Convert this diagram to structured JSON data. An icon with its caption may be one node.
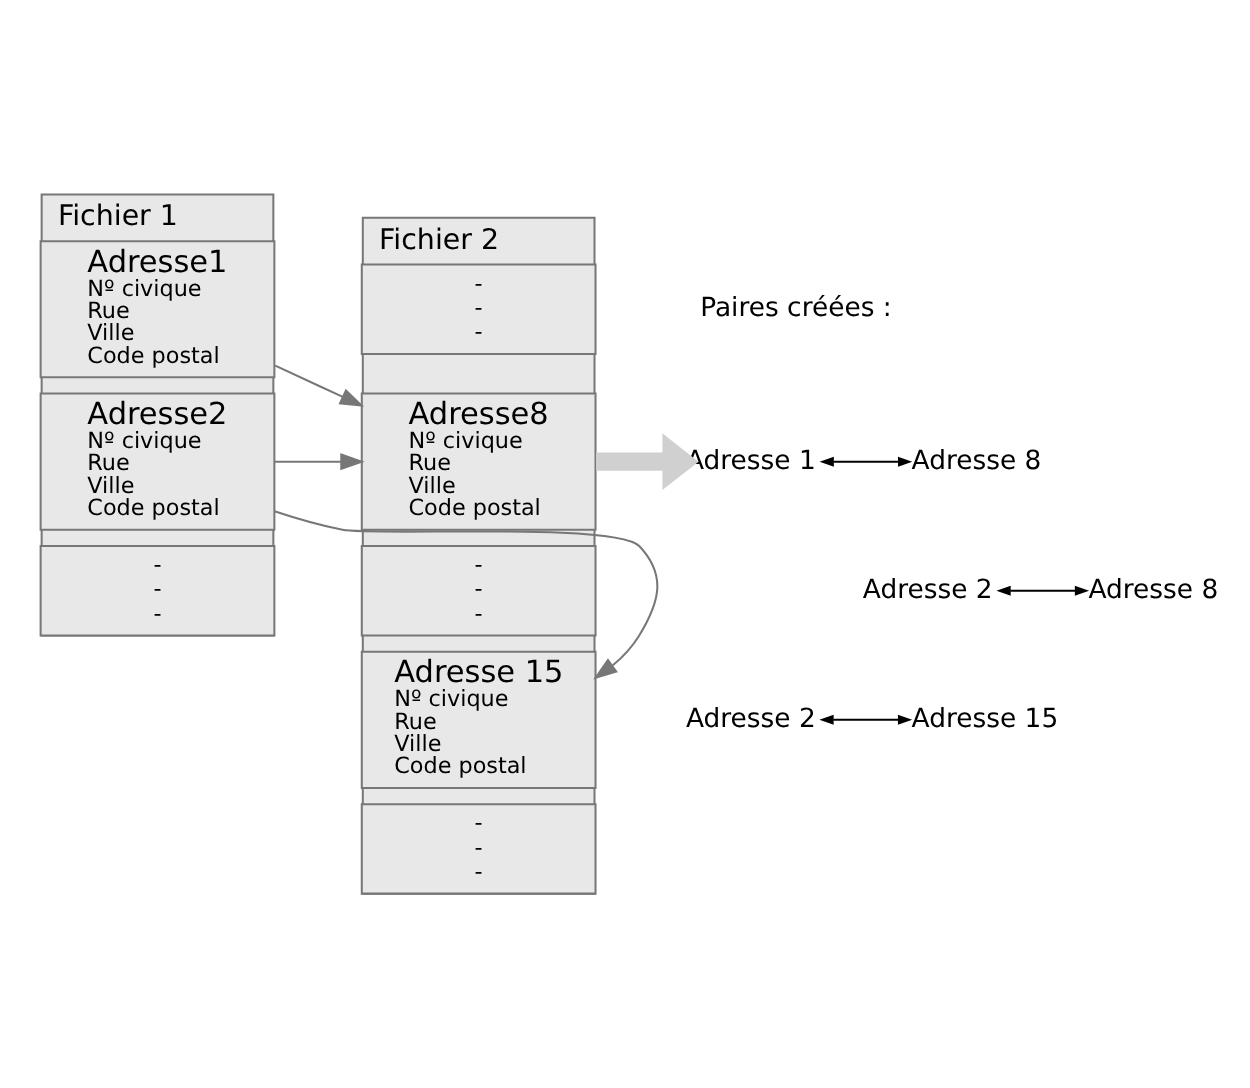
{
  "diagram": {
    "nodes": [
      {
        "text": [
          "Fichier 1"
        ]
      },
      {
        "text": [
          "Adresse1",
          "Nº civique",
          "Rue",
          "Ville",
          "Code postal"
        ],
        "in": 0
      },
      {
        "text": [
          "Adresse2",
          "Nº civique",
          "Rue",
          "Ville",
          "Code postal"
        ],
        "in": 0
      },
      {
        "text": [
          "-",
          "-",
          "-"
        ],
        "in": 0
      },
      {
        "text": [
          "Fichier 2"
        ]
      },
      {
        "text": [
          "-",
          "-",
          "-"
        ],
        "in": 4
      },
      {
        "text": [
          "Adresse8",
          "Nº civique",
          "Rue",
          "Ville",
          "Code postal"
        ],
        "in": 4
      },
      {
        "text": [
          "-",
          "-",
          "-"
        ],
        "in": 4
      },
      {
        "text": [
          "Adresse 15",
          "Nº civique",
          "Rue",
          "Ville",
          "Code postal"
        ],
        "in": 4
      },
      {
        "text": [
          "-",
          "-",
          "-"
        ],
        "in": 4
      },
      {
        "text": [
          "Adresse 1"
        ]
      },
      {
        "text": [
          "Adresse 8"
        ]
      },
      {
        "text": [
          "Adresse 2"
        ]
      },
      {
        "text": [
          "Adresse 8"
        ]
      },
      {
        "text": [
          "Adresse 2"
        ]
      },
      {
        "text": [
          "Adresse 15"
        ]
      }
    ],
    "edges": [
      {
        "from": 1,
        "to": 6,
        "arrow": "to"
      },
      {
        "from": 2,
        "to": 6,
        "arrow": "to"
      },
      {
        "from": 2,
        "to": 8,
        "arrow": "to"
      },
      {
        "from": 4,
        "to": 10,
        "arrow": "to",
        "style": "thick",
        "color": "#d0d0d0"
      },
      {
        "from": 10,
        "to": 11,
        "arrow": "both",
        "color": "#000000"
      },
      {
        "from": 12,
        "to": 13,
        "arrow": "both",
        "color": "#000000"
      },
      {
        "from": 14,
        "to": 15,
        "arrow": "both",
        "color": "#000000"
      }
    ],
    "labels": [
      "Paires créées :"
    ]
  }
}
